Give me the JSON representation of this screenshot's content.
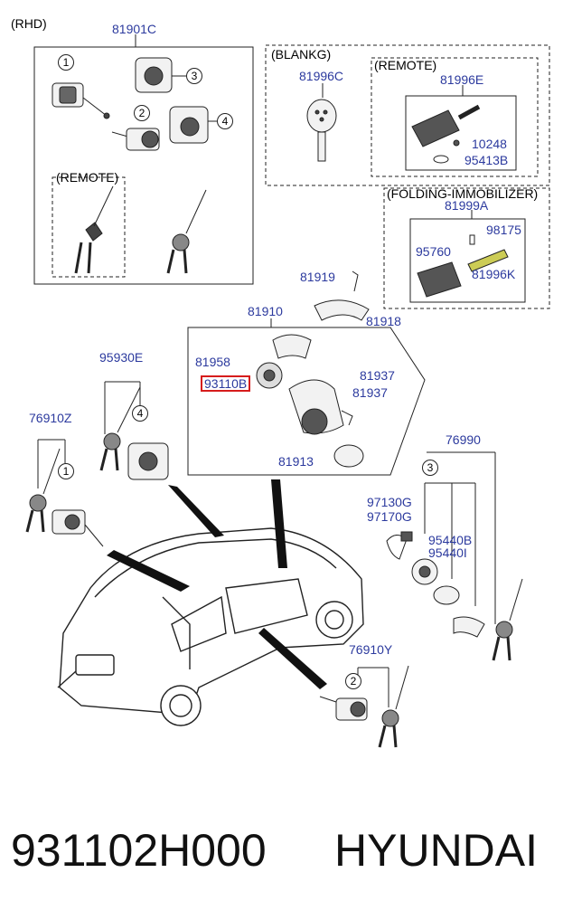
{
  "diagram": {
    "labels": {
      "rhd": "(RHD)",
      "p81901c": "81901C",
      "remote_left": "(REMOTE)",
      "blankg": "(BLANKG)",
      "p81996c": "81996C",
      "remote_right": "(REMOTE)",
      "p81996e": "81996E",
      "p10248": "10248",
      "p95413b": "95413B",
      "folding": "(FOLDING-IMMOBILIZER)",
      "p81999a": "81999A",
      "p98175": "98175",
      "p95760": "95760",
      "p81996k": "81996K",
      "p81919": "81919",
      "p81918": "81918",
      "p81910": "81910",
      "p81958": "81958",
      "p93110b": "93110B",
      "p81937a": "81937",
      "p81937b": "81937",
      "p81913": "81913",
      "p95930e": "95930E",
      "p76910z": "76910Z",
      "p76990": "76990",
      "p97130g": "97130G",
      "p97170g": "97170G",
      "p95440b": "95440B",
      "p95440i": "95440I",
      "p76910y": "76910Y"
    },
    "callouts": {
      "c1a": "1",
      "c2a": "2",
      "c3a": "3",
      "c4a": "4",
      "c4b": "4",
      "c1b": "1",
      "c3b": "3",
      "c2b": "2"
    },
    "highlight_color": "#d61c1c",
    "label_color": "#2c3a9e"
  },
  "footer": {
    "part_number": "931102H000",
    "brand": "HYUNDAI"
  }
}
